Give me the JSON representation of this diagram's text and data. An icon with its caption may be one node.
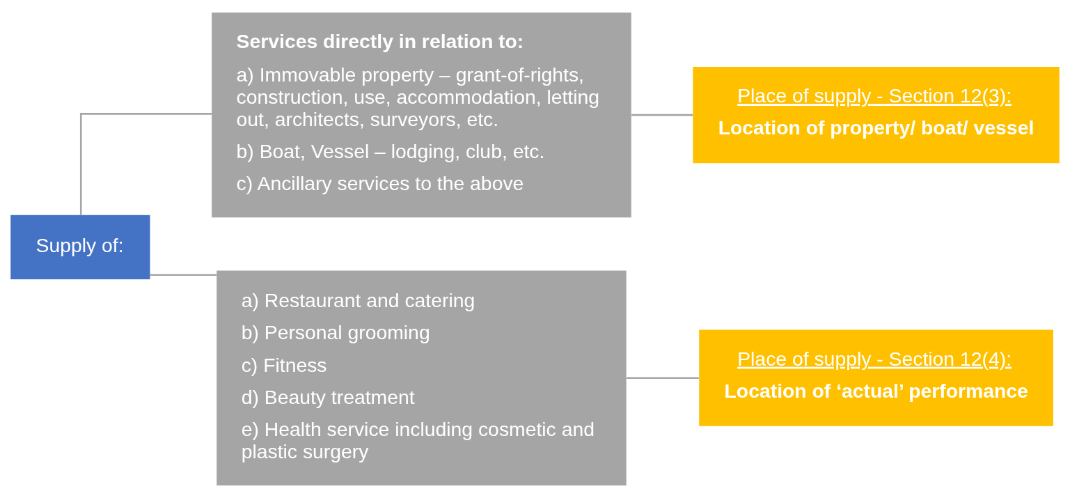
{
  "diagram": {
    "nodes": [
      {
        "text": [
          "Supply of:"
        ]
      },
      {
        "text": [
          "Services directly in relation to:",
          "a) Immovable property – grant-of-rights, construction, use, accommodation, letting out, architects, surveyors, etc.",
          "b) Boat, Vessel – lodging, club, etc.",
          "c) Ancillary services to the above"
        ]
      },
      {
        "text": [
          "Place of supply - Section 12(3):",
          "Location of property/ boat/ vessel"
        ]
      },
      {
        "text": [
          "a) Restaurant and catering",
          "b) Personal grooming",
          "c) Fitness",
          "d) Beauty treatment",
          "e) Health service including cosmetic and plastic surgery"
        ]
      },
      {
        "text": [
          "Place of supply - Section 12(4):",
          "Location of ‘actual’ performance"
        ]
      }
    ],
    "edges": [
      {
        "from": 0,
        "to": 1,
        "arrow": "none"
      },
      {
        "from": 0,
        "to": 3,
        "arrow": "none"
      },
      {
        "from": 1,
        "to": 2,
        "arrow": "none"
      },
      {
        "from": 3,
        "to": 4,
        "arrow": "none"
      }
    ]
  }
}
